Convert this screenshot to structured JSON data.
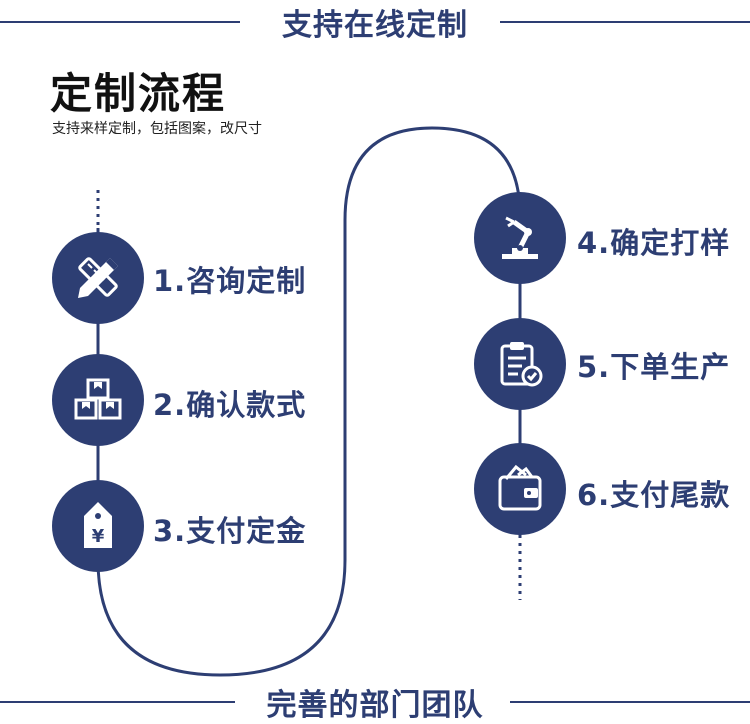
{
  "banner_top": {
    "text": "支持在线定制"
  },
  "title": {
    "main": "定制流程",
    "sub": "支持来样定制，包括图案，改尺寸"
  },
  "steps": [
    {
      "label": "1.咨询定制",
      "icon": "ruler-pencil-icon"
    },
    {
      "label": "2.确认款式",
      "icon": "boxes-icon"
    },
    {
      "label": "3.支付定金",
      "icon": "price-tag-icon"
    },
    {
      "label": "4.确定打样",
      "icon": "robot-arm-icon"
    },
    {
      "label": "5.下单生产",
      "icon": "clipboard-check-icon"
    },
    {
      "label": "6.支付尾款",
      "icon": "wallet-icon"
    }
  ],
  "banner_bottom": {
    "text": "完善的部门团队"
  },
  "colors": {
    "primary": "#2d3e73",
    "background": "#ffffff"
  }
}
